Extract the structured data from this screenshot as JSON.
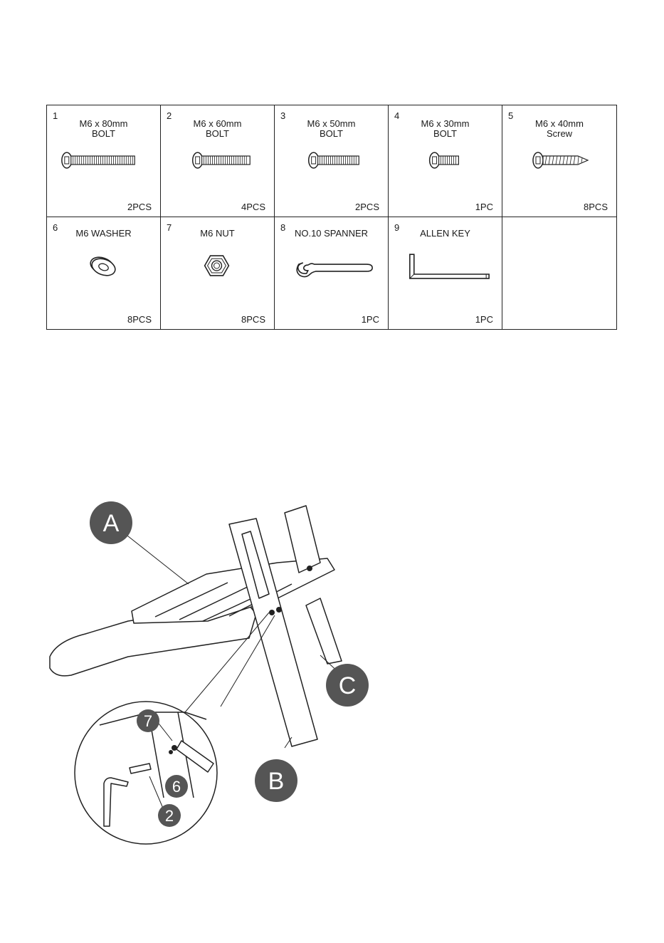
{
  "parts": [
    {
      "number": "1",
      "line1": "M6 x 80mm",
      "line2": "BOLT",
      "qty": "2PCS",
      "icon": "bolt-80mm-icon"
    },
    {
      "number": "2",
      "line1": "M6 x 60mm",
      "line2": "BOLT",
      "qty": "4PCS",
      "icon": "bolt-60mm-icon"
    },
    {
      "number": "3",
      "line1": "M6 x 50mm",
      "line2": "BOLT",
      "qty": "2PCS",
      "icon": "bolt-50mm-icon"
    },
    {
      "number": "4",
      "line1": "M6 x 30mm",
      "line2": "BOLT",
      "qty": "1PC",
      "icon": "bolt-30mm-icon"
    },
    {
      "number": "5",
      "line1": "M6 x 40mm",
      "line2": "Screw",
      "qty": "8PCS",
      "icon": "screw-40mm-icon"
    },
    {
      "number": "6",
      "line1": "M6 WASHER",
      "qty": "8PCS",
      "icon": "washer-icon"
    },
    {
      "number": "7",
      "line1": "M6 NUT",
      "qty": "8PCS",
      "icon": "nut-icon"
    },
    {
      "number": "8",
      "line1": "NO.10 SPANNER",
      "qty": "1PC",
      "icon": "spanner-icon"
    },
    {
      "number": "9",
      "line1": "ALLEN KEY",
      "qty": "1PC",
      "icon": "allen-key-icon"
    }
  ],
  "diagram": {
    "callouts": {
      "a": "A",
      "b": "B",
      "c": "C",
      "n7": "7",
      "n6": "6",
      "n2": "2"
    },
    "colors": {
      "callout_fill": "#555555",
      "callout_text": "#ffffff",
      "line": "#222222"
    }
  }
}
